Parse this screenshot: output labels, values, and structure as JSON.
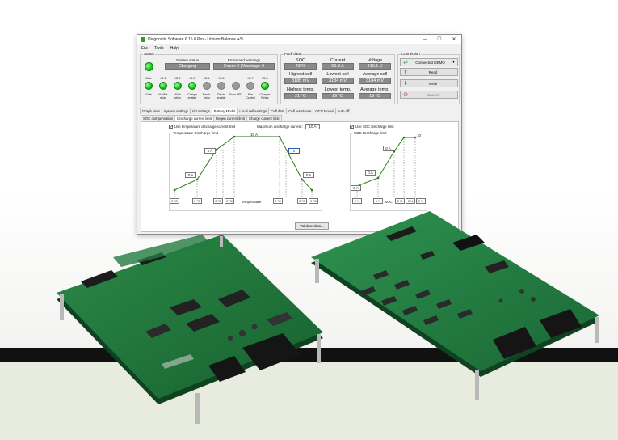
{
  "window": {
    "title": "Diagnostic Software 6.15.0 Pro - Lithium Balance A/S",
    "min_glyph": "—",
    "max_glyph": "☐",
    "close_glyph": "✕"
  },
  "menu": [
    "File",
    "Tools",
    "Help"
  ],
  "status": {
    "group_title": "Status",
    "system_status_label": "System status",
    "system_status_value": "Charging",
    "errors_label": "Errors and warnings",
    "errors_value": "Errors: 0 | Warnings: 0",
    "io_top": [
      "Gate",
      "IO-1",
      "IO-2",
      "IO-3",
      "IO-4",
      "IO-5",
      "IO-7",
      "IO-8"
    ],
    "io_bottom": [
      "Gate",
      "MAIN+ relay",
      "MAIN- relay",
      "Charge enable",
      "Prech. relay",
      "Disch. enable",
      "Error LED",
      "Fan Control",
      "Charger Relay"
    ],
    "io_state": [
      true,
      true,
      true,
      true,
      false,
      false,
      false,
      true
    ]
  },
  "pack": {
    "group_title": "Pack data",
    "soc_label": "SOC",
    "soc_value": "43 %",
    "current_label": "Current",
    "current_value": "69.8 A",
    "voltage_label": "Voltage",
    "voltage_value": "310.1 V",
    "highest_cell_label": "Highest cell",
    "highest_cell_value": "3185 mV",
    "lowest_cell_label": "Lowest cell",
    "lowest_cell_value": "3184 mV",
    "average_cell_label": "Average cell",
    "average_cell_value": "3184 mV",
    "highest_temp_label": "Highest temp.",
    "highest_temp_value": "21 °C",
    "lowest_temp_label": "Lowest temp.",
    "lowest_temp_value": "19 °C",
    "average_temp_label": "Average temp.",
    "average_temp_value": "19 °C"
  },
  "connection": {
    "group_title": "Connection",
    "selected": "Connected DEMO",
    "read_label": "Read",
    "write_label": "Write",
    "cancel_label": "Cancel"
  },
  "tabs": [
    "Graph view",
    "System settings",
    "I/O settings",
    "Battery Model",
    "Local cell settings",
    "Cell data",
    "Cell resistance",
    "OCV Model",
    "Auto off"
  ],
  "active_tab": "Battery Model",
  "subtabs": [
    "SOC compensation",
    "Discharge current limit",
    "Regen current limit",
    "Charge current limit"
  ],
  "active_subtab": "Discharge current limit",
  "discharge": {
    "temp_checkbox_label": "Use temperature discharge current limit",
    "temp_checked": true,
    "max_discharge_label": "Maximum discharge current:",
    "max_discharge_value": "10 A",
    "temp_group_title": "Temperature Discharge limit",
    "temp_curve_top": "10 A",
    "temp_left_amp_boxes": [
      "0 A",
      "0 A"
    ],
    "temp_right_amp_boxes": [
      "5",
      "0 A"
    ],
    "temp_axis_label": "Temperature",
    "temp_axis_boxes": [
      "0 °C",
      "0 °C",
      "0 °C",
      "0 °C",
      "0 °C",
      "0 °C",
      "0 °C"
    ],
    "soc_checkbox_label": "Use SOC Discharge limit",
    "soc_checked": true,
    "soc_group_title": "SOC Discharge limit",
    "soc_curve_top": "10",
    "soc_amp_boxes": [
      "0 A",
      "0 A",
      "0 A"
    ],
    "soc_axis_label": "SOC",
    "soc_axis_boxes": [
      "0 %",
      "0 %",
      "0 %",
      "0 %",
      "0 %"
    ]
  },
  "validate_label": "Validate data...",
  "colors": {
    "led_on": "#13c21b",
    "field_bg": "#8a8a8a",
    "curve": "#2e7d1a",
    "pcb": "#1f7a3a",
    "pcb_dark": "#15562a",
    "bottom_band": "#e8ecdf"
  }
}
